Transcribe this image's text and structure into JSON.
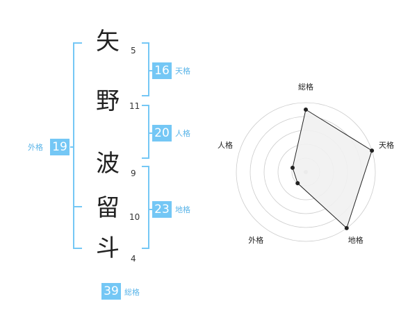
{
  "characters": [
    {
      "glyph": "矢",
      "strokes": "5"
    },
    {
      "glyph": "野",
      "strokes": "11"
    },
    {
      "glyph": "波",
      "strokes": "9"
    },
    {
      "glyph": "留",
      "strokes": "10"
    },
    {
      "glyph": "斗",
      "strokes": "4"
    }
  ],
  "kaku": {
    "ten": {
      "value": "16",
      "label": "天格"
    },
    "jin": {
      "value": "20",
      "label": "人格"
    },
    "chi": {
      "value": "23",
      "label": "地格"
    },
    "gai": {
      "value": "19",
      "label": "外格"
    },
    "sou": {
      "value": "39",
      "label": "総格"
    }
  },
  "radar": {
    "labels": {
      "sou": "総格",
      "ten": "天格",
      "chi": "地格",
      "gai": "外格",
      "jin": "人格"
    },
    "scale_max": 5,
    "values": {
      "sou": 4.5,
      "ten": 5,
      "chi": 5,
      "gai": 1,
      "jin": 1
    },
    "colors": {
      "fill": "#f1f1f1",
      "line": "#222222",
      "ring": "#cccccc",
      "center": "#bbbbbb"
    }
  },
  "colors": {
    "bracket": "#74c7f5",
    "badge": "#74c7f5",
    "badge_label": "#5ab4e8"
  }
}
